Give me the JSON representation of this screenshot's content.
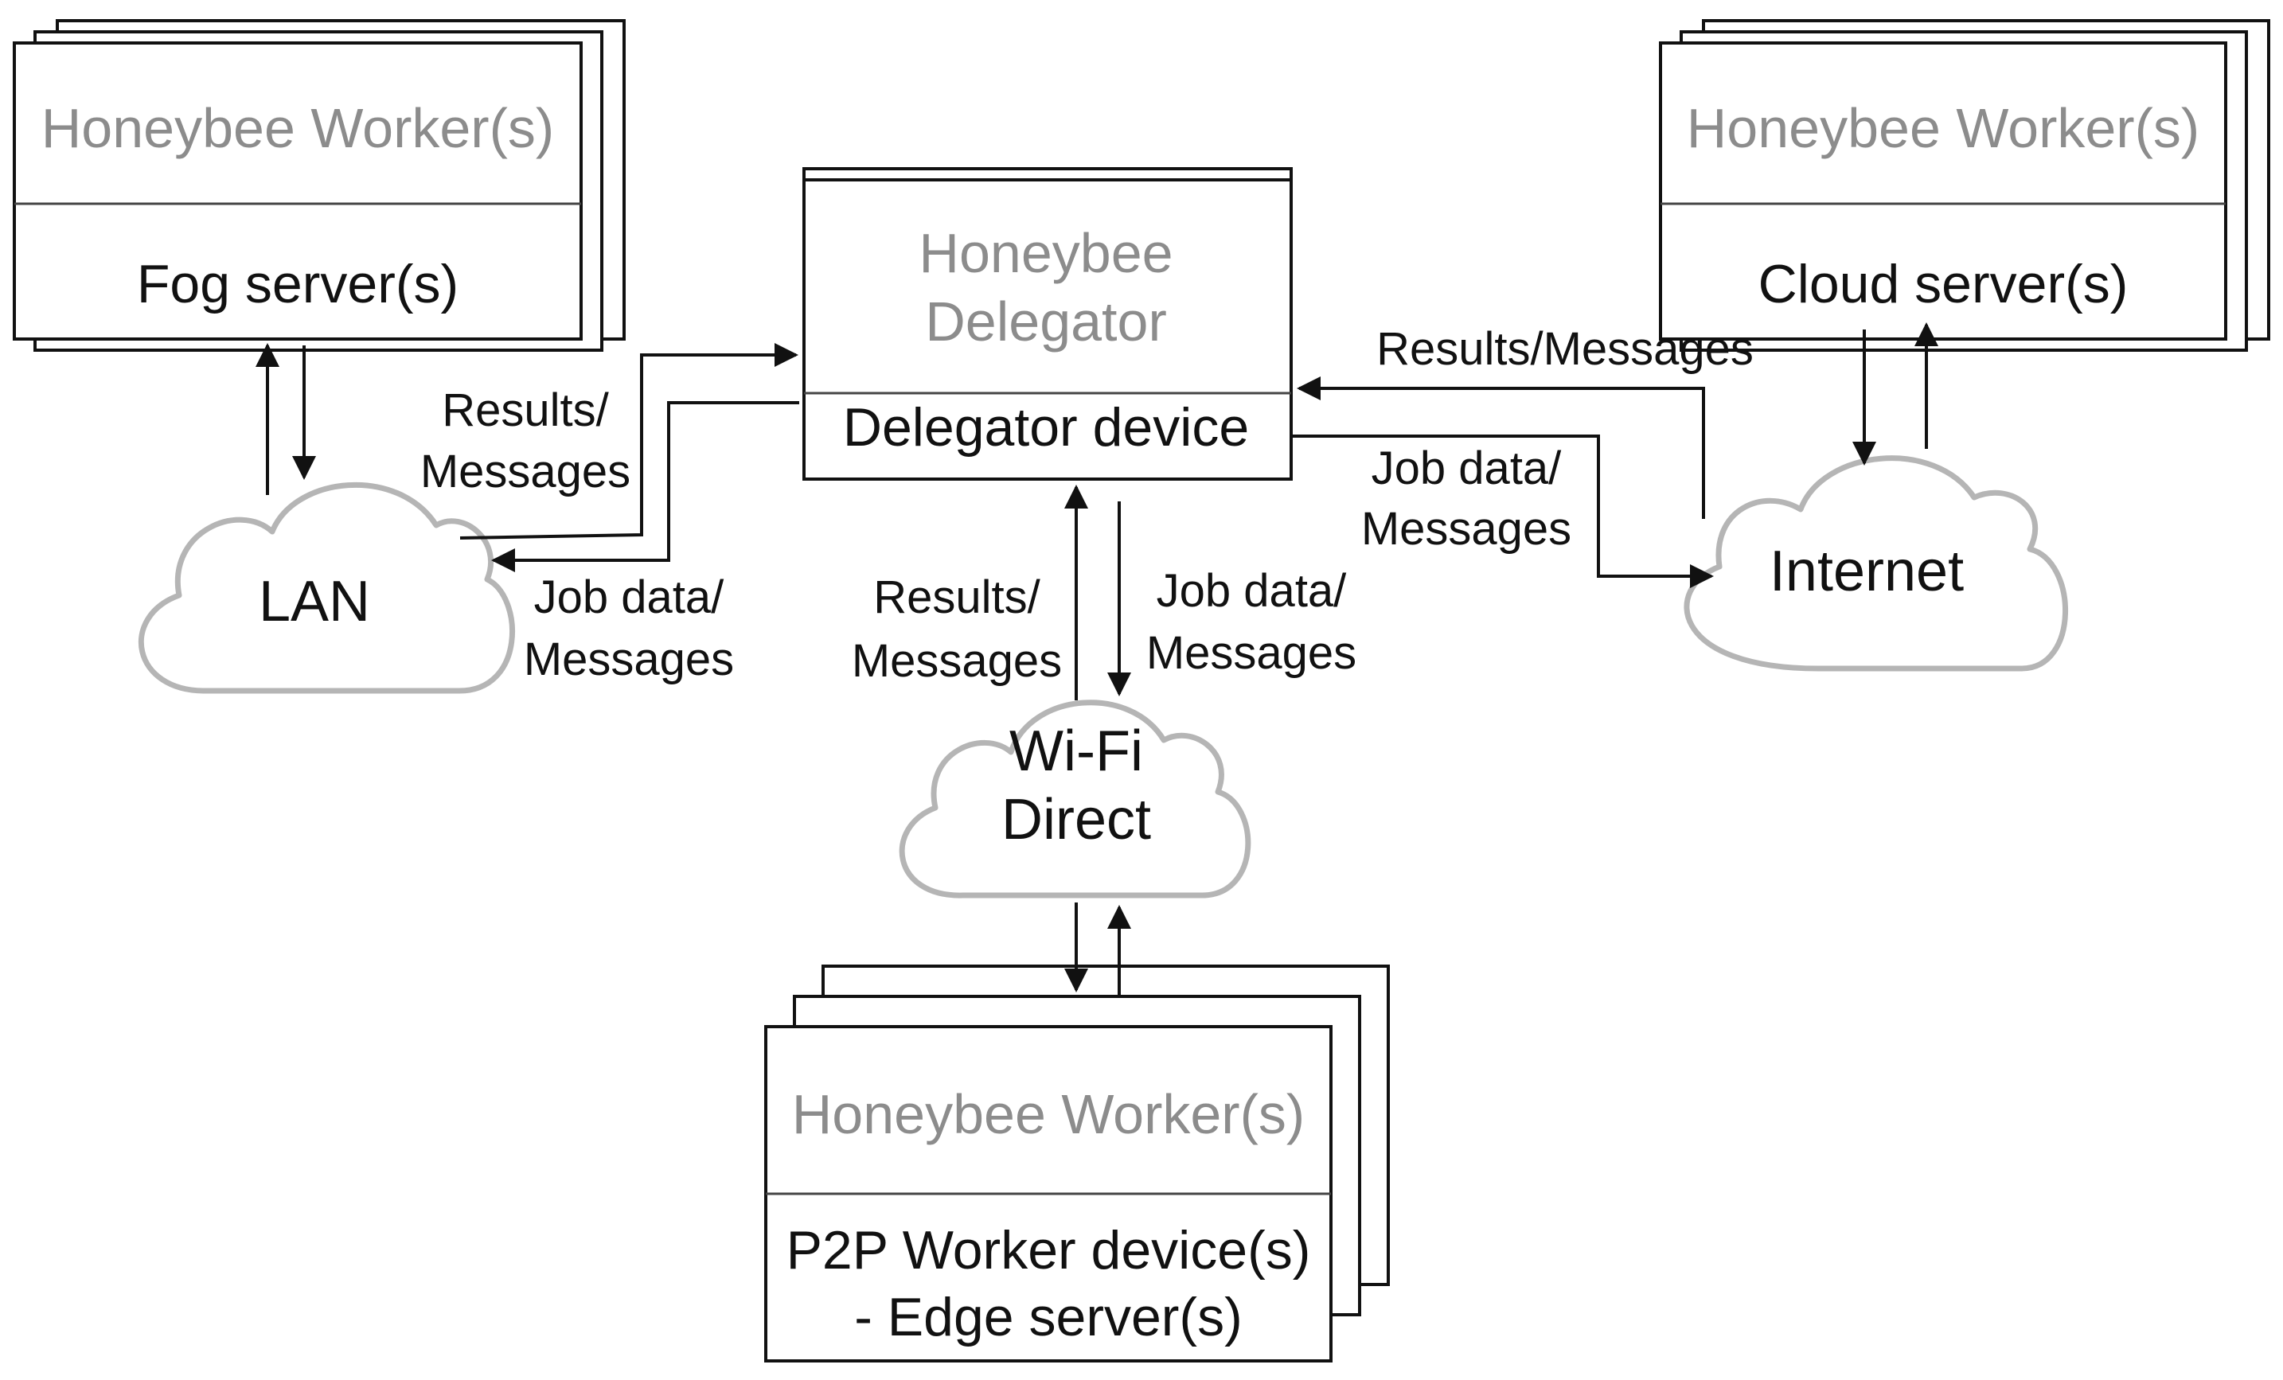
{
  "nodes": {
    "fog": {
      "title": "Honeybee Worker(s)",
      "label": "Fog server(s)"
    },
    "cloud_server": {
      "title": "Honeybee Worker(s)",
      "label": "Cloud server(s)"
    },
    "delegator": {
      "title_line1": "Honeybee",
      "title_line2": "Delegator",
      "label": "Delegator device"
    },
    "p2p": {
      "title": "Honeybee Worker(s)",
      "label_line1": "P2P Worker device(s)",
      "label_line2": "-  Edge server(s)"
    }
  },
  "networks": {
    "lan": "LAN",
    "internet": "Internet",
    "wifi_line1": "Wi-Fi",
    "wifi_line2": "Direct"
  },
  "edges": {
    "lan_results_1": "Results/",
    "lan_results_2": "Messages",
    "lan_job_1": "Job data/",
    "lan_job_2": "Messages",
    "internet_results": "Results/Messages",
    "internet_job_1": "Job data/",
    "internet_job_2": "Messages",
    "wifi_results_1": "Results/",
    "wifi_results_2": "Messages",
    "wifi_job_1": "Job data/",
    "wifi_job_2": "Messages"
  },
  "colors": {
    "title_text": "#8c8c8c",
    "label_text": "#111111",
    "cloud_stroke": "#b5b5b5",
    "box_stroke": "#111111"
  }
}
